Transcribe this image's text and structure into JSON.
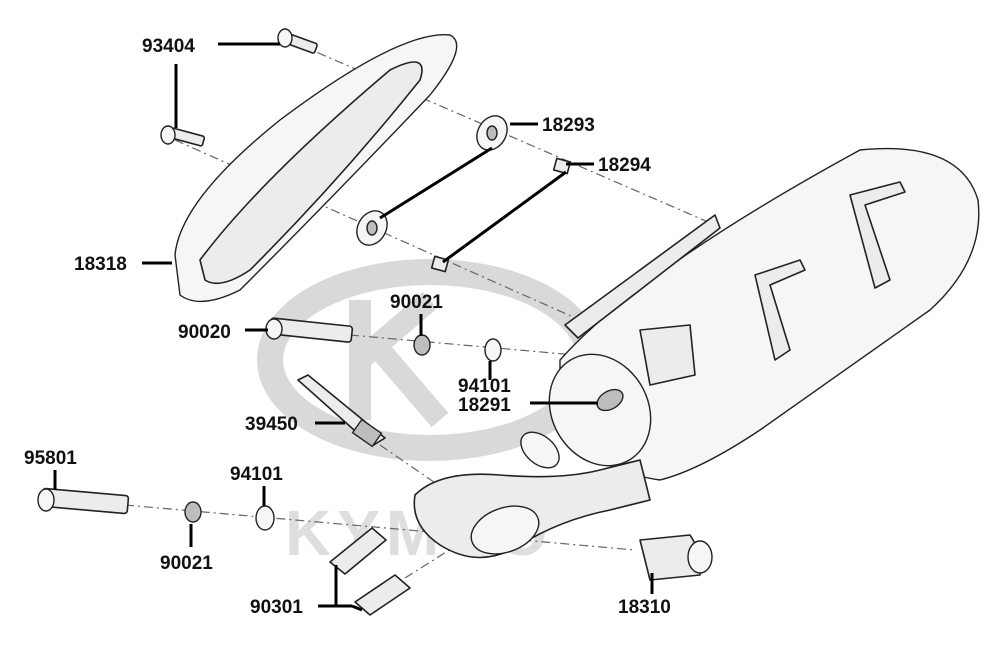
{
  "diagram": {
    "watermark": "KYMCO",
    "part_labels": {
      "p93404": "93404",
      "p18293": "18293",
      "p18294": "18294",
      "p18318": "18318",
      "p90021_top": "90021",
      "p90020": "90020",
      "p94101_top": "94101",
      "p18291": "18291",
      "p39450": "39450",
      "p95801": "95801",
      "p94101_bottom": "94101",
      "p90021_bottom": "90021",
      "p90301": "90301",
      "p18310": "18310"
    }
  }
}
